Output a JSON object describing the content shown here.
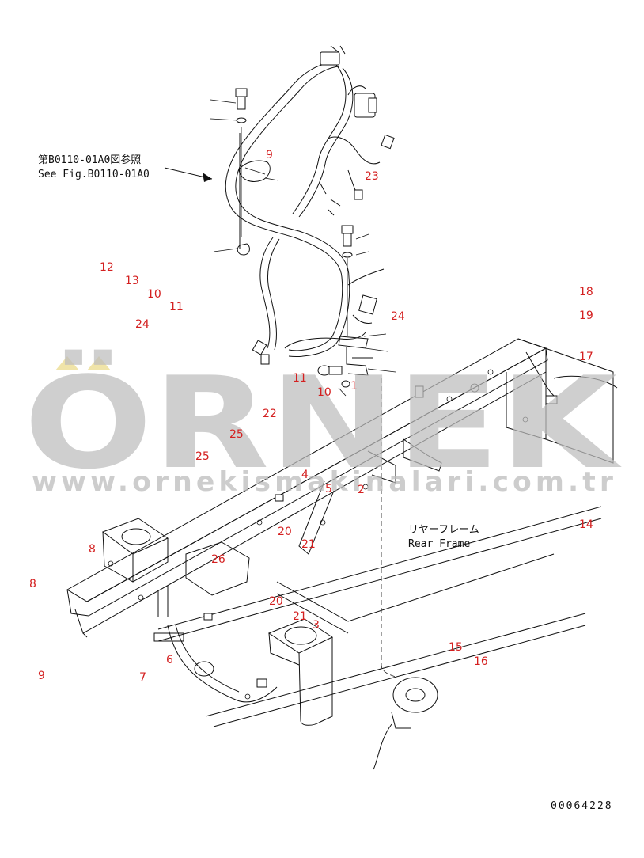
{
  "reference": {
    "line1": "第B0110-01A0図参照",
    "line2": "See Fig.B0110-01A0"
  },
  "label": {
    "line1": "リヤーフレーム",
    "line2": "Rear Frame"
  },
  "drawing_number": "00064228",
  "watermark": {
    "brand": "ÖRNEK",
    "url": "www.ornekismakinalari.com.tr"
  },
  "colors": {
    "callout": "#d42020",
    "watermark": "#bdbdbd",
    "watermark_accent": "#f0e4a8"
  },
  "callouts": [
    "9",
    "23",
    "12",
    "13",
    "10",
    "11",
    "24",
    "24",
    "18",
    "19",
    "17",
    "11",
    "10",
    "1",
    "22",
    "25",
    "25",
    "4",
    "5",
    "2",
    "20",
    "21",
    "26",
    "8",
    "8",
    "20",
    "21",
    "3",
    "14",
    "15",
    "16",
    "6",
    "7",
    "9"
  ]
}
